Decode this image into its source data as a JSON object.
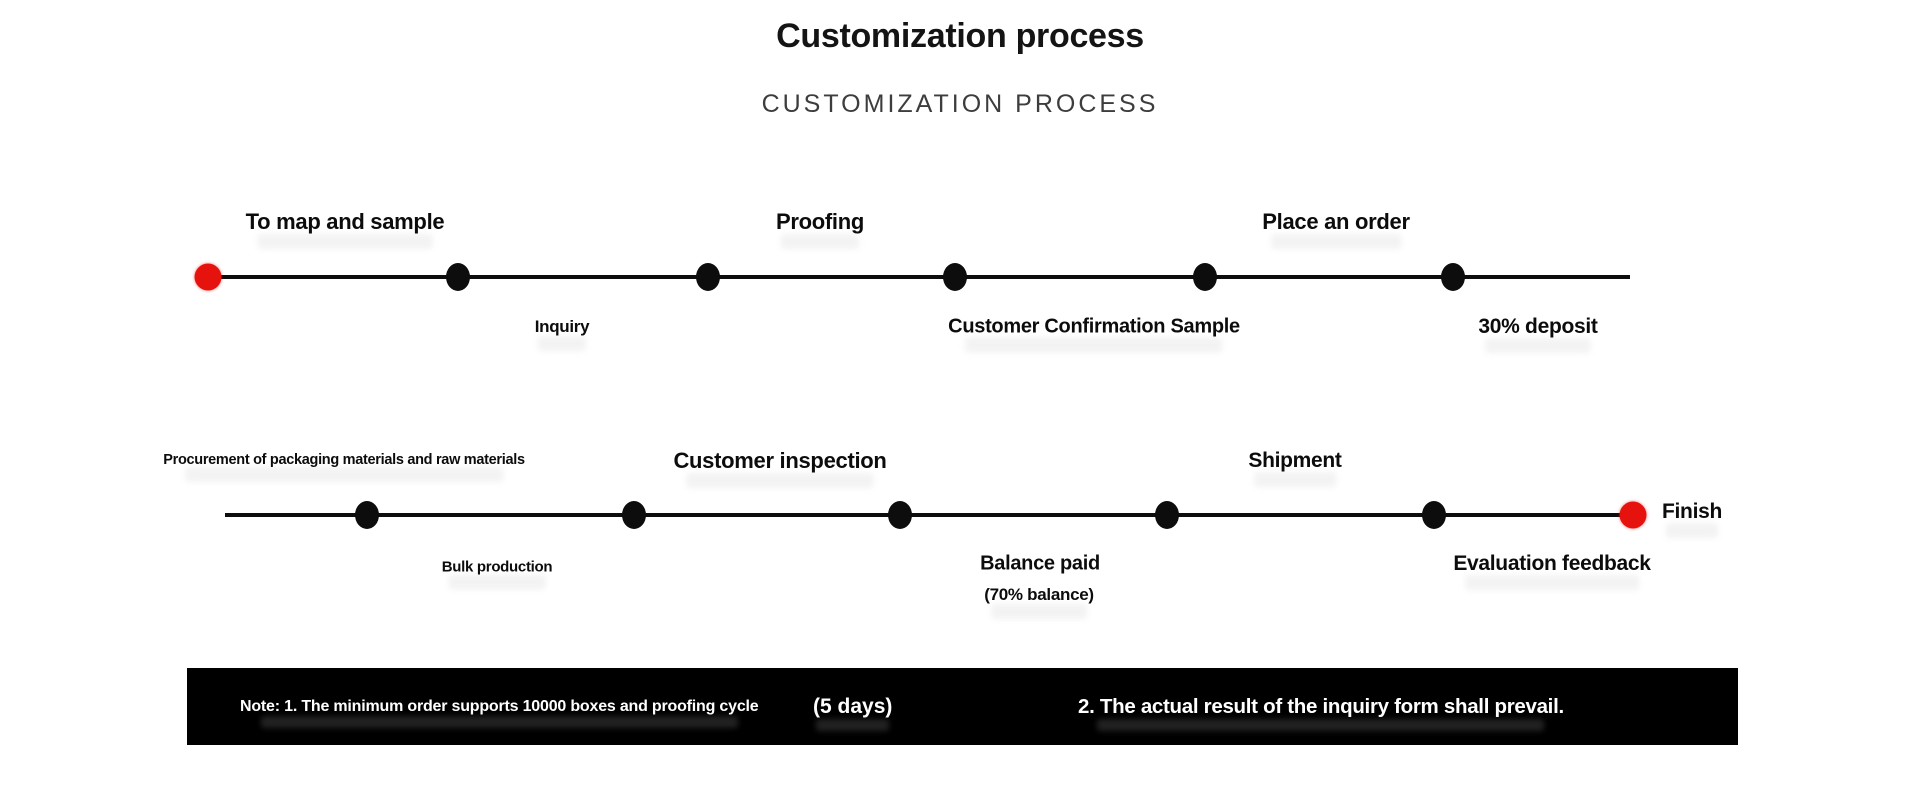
{
  "header": {
    "title": "Customization process",
    "subtitle": "CUSTOMIZATION PROCESS"
  },
  "colors": {
    "accent_red": "#e6120d",
    "line": "#0d0d0d",
    "subtitle_gray": "#3d3d3d",
    "note_bar_bg": "#000000",
    "note_bar_text": "#ffffff"
  },
  "rows": [
    {
      "above": [
        "To map and sample",
        "Proofing",
        "Place an order"
      ],
      "below": [
        "Inquiry",
        "Customer Confirmation Sample",
        "30% deposit"
      ],
      "start_marker": "red-dot",
      "milestone_count": 5
    },
    {
      "above": [
        "Procurement of packaging materials and raw materials",
        "Customer inspection",
        "Shipment"
      ],
      "below": [
        "Bulk production",
        "Balance paid",
        "Evaluation feedback"
      ],
      "below_sub": "(70% balance)",
      "end_label": "Finish",
      "end_marker": "red-dot",
      "milestone_count": 5
    }
  ],
  "note_bar": {
    "note_1": "Note: 1. The minimum order supports 10000 boxes and proofing cycle",
    "note_1_em": "(5 days)",
    "note_2": "2. The actual result of the inquiry form shall prevail."
  }
}
